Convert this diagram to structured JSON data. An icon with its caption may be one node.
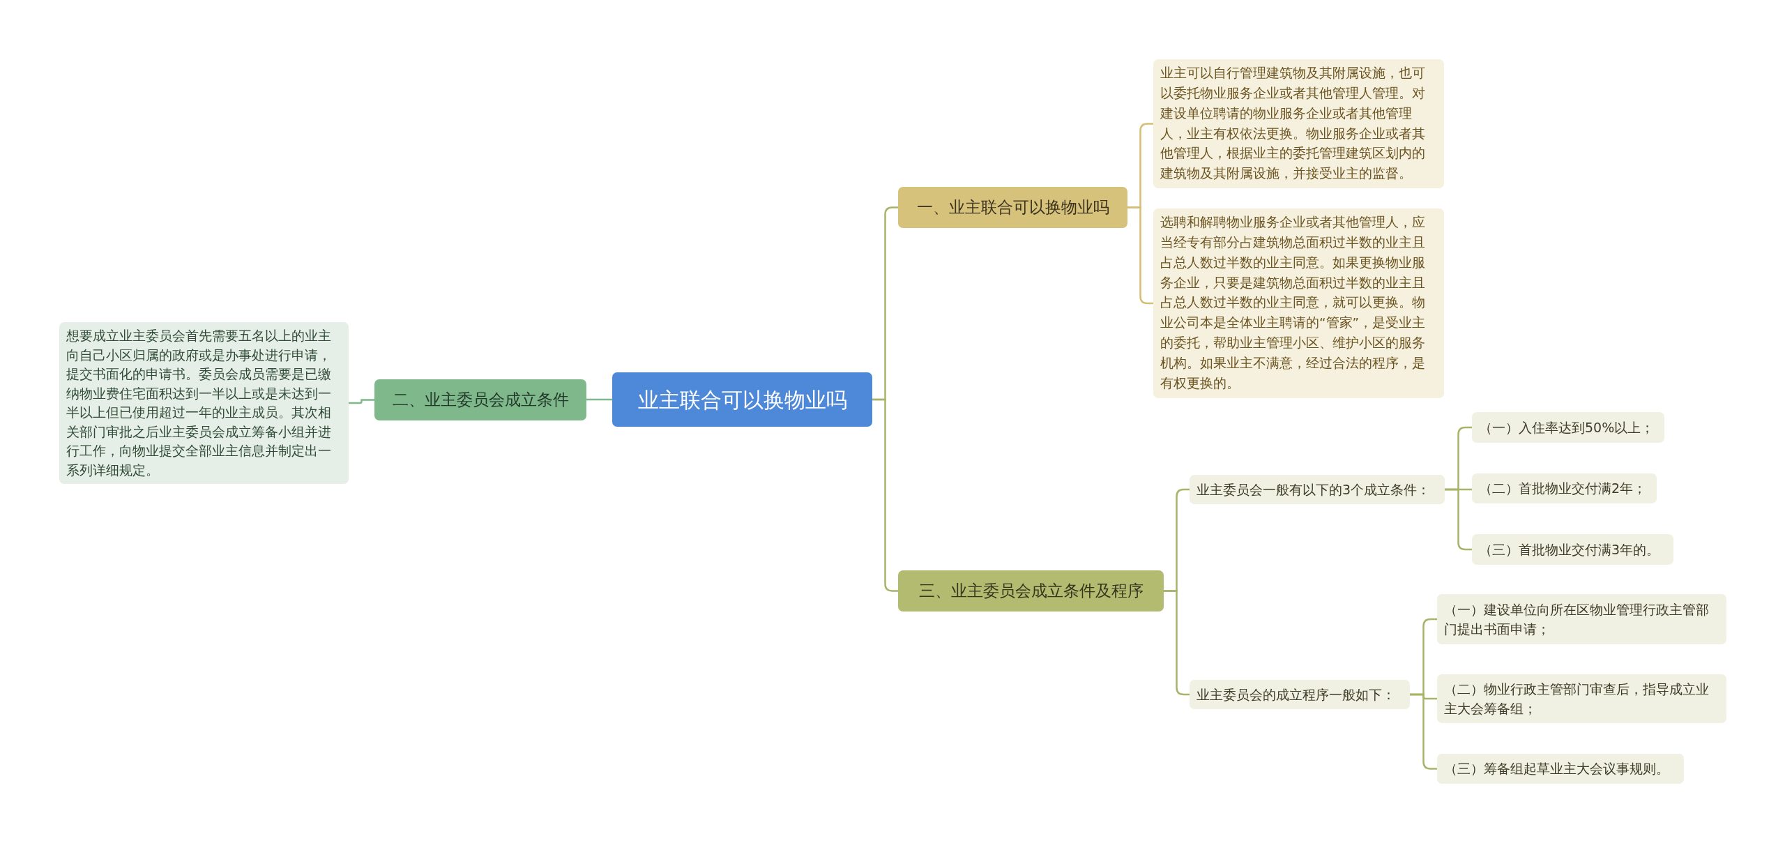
{
  "diagram": {
    "nodes": [
      {
        "text": [
          "业主联合可以换物业吗"
        ]
      },
      {
        "text": [
          "一、业主联合可以换物业吗"
        ]
      },
      {
        "text": [
          "业主可以自行管理建筑物及其附属设施，也可以委托物业服务企业或者其他管理人管理。对建设单位聘请的物业服务企业或者其他管理人，业主有权依法更换。物业服务企业或者其他管理人，根据业主的委托管理建筑区划内的建筑物及其附属设施，并接受业主的监督。"
        ]
      },
      {
        "text": [
          "选聘和解聘物业服务企业或者其他管理人，应当经专有部分占建筑物总面积过半数的业主且占总人数过半数的业主同意。如果更换物业服务企业，只要是建筑物总面积过半数的业主且占总人数过半数的业主同意，就可以更换。物业公司本是全体业主聘请的“管家”，是受业主的委托，帮助业主管理小区、维护小区的服务机构。如果业主不满意，经过合法的程序，是有权更换的。"
        ]
      },
      {
        "text": [
          "二、业主委员会成立条件"
        ]
      },
      {
        "text": [
          "想要成立业主委员会首先需要五名以上的业主向自己小区归属的政府或是办事处进行申请，提交书面化的申请书。委员会成员需要是已缴纳物业费住宅面积达到一半以上或是未达到一半以上但已使用超过一年的业主成员。其次相关部门审批之后业主委员会成立筹备小组并进行工作，向物业提交全部业主信息并制定出一系列详细规定。"
        ]
      },
      {
        "text": [
          "三、业主委员会成立条件及程序"
        ]
      },
      {
        "text": [
          "业主委员会一般有以下的3个成立条件："
        ]
      },
      {
        "text": [
          "（一）入住率达到50%以上；"
        ]
      },
      {
        "text": [
          "（二）首批物业交付满2年；"
        ]
      },
      {
        "text": [
          "（三）首批物业交付满3年的。"
        ]
      },
      {
        "text": [
          "业主委员会的成立程序一般如下："
        ]
      },
      {
        "text": [
          "（一）建设单位向所在区物业管理行政主管部门提出书面申请；"
        ]
      },
      {
        "text": [
          "（二）物业行政主管部门审查后，指导成立业主大会筹备组；"
        ]
      },
      {
        "text": [
          "（三）筹备组起草业主大会议事规则。"
        ]
      }
    ],
    "edges": [
      {
        "from": 0,
        "to": 1,
        "arrow": "none"
      },
      {
        "from": 0,
        "to": 6,
        "arrow": "none"
      },
      {
        "from": 0,
        "to": 4,
        "arrow": "none",
        "color": "#7fb88a"
      },
      {
        "from": 1,
        "to": 2,
        "arrow": "none",
        "color": "#d4bf74"
      },
      {
        "from": 1,
        "to": 3,
        "arrow": "none",
        "color": "#d4bf74"
      },
      {
        "from": 4,
        "to": 5,
        "arrow": "none",
        "color": "#7fb88a"
      },
      {
        "from": 6,
        "to": 7,
        "arrow": "none"
      },
      {
        "from": 6,
        "to": 11,
        "arrow": "none"
      },
      {
        "from": 7,
        "to": 8,
        "arrow": "none"
      },
      {
        "from": 7,
        "to": 9,
        "arrow": "none"
      },
      {
        "from": 7,
        "to": 10,
        "arrow": "none"
      },
      {
        "from": 11,
        "to": 12,
        "arrow": "none"
      },
      {
        "from": 11,
        "to": 13,
        "arrow": "none"
      },
      {
        "from": 11,
        "to": 14,
        "arrow": "none"
      }
    ]
  }
}
